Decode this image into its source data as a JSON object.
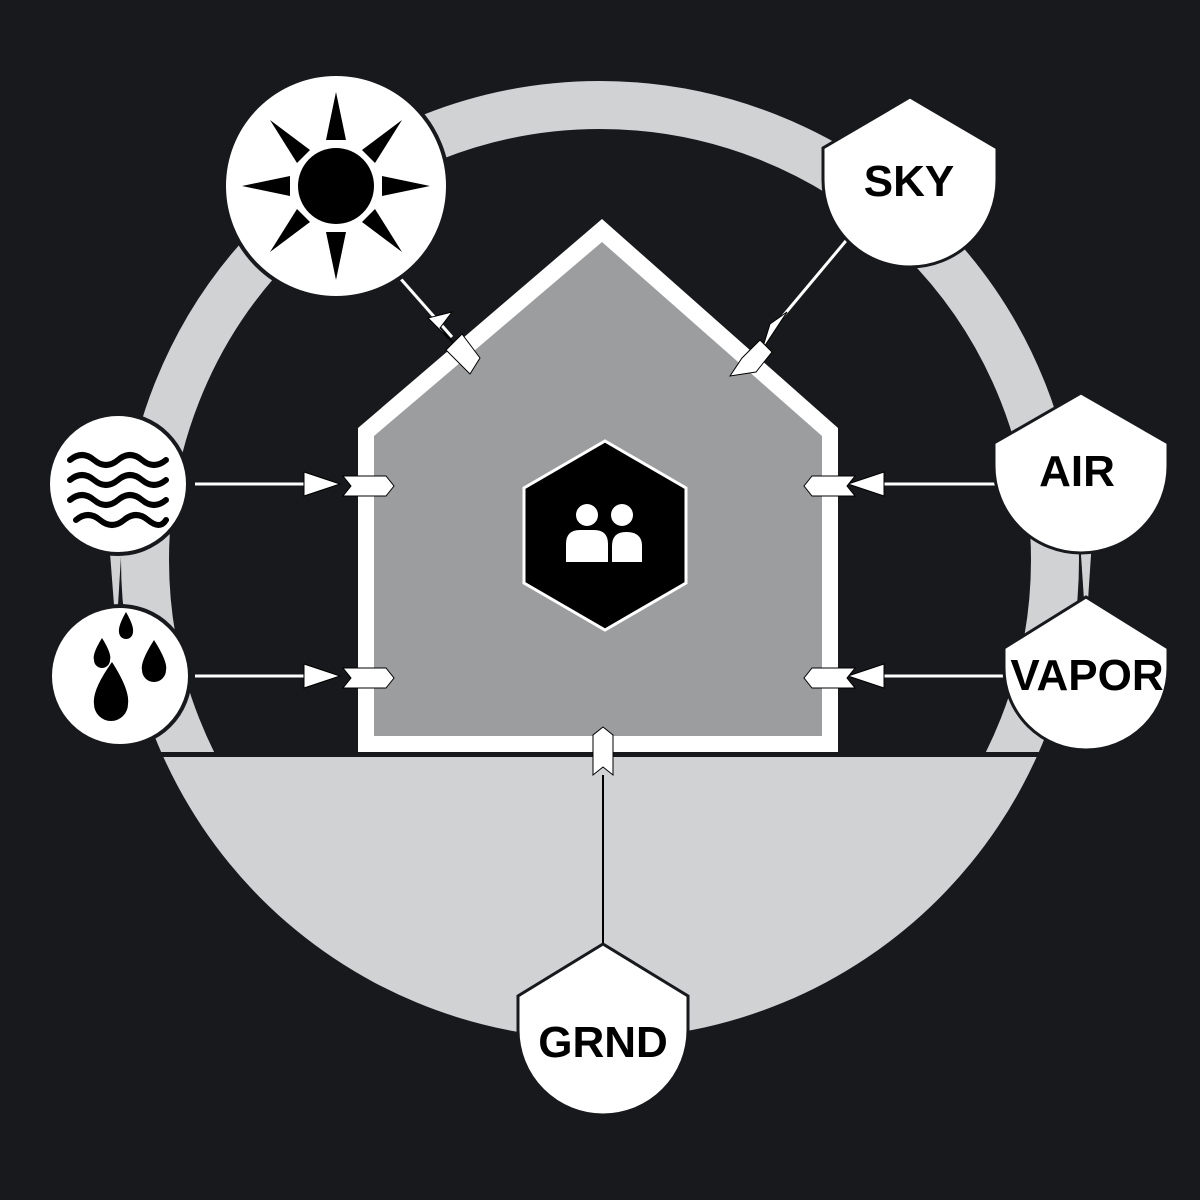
{
  "colors": {
    "background": "#18191d",
    "ring": "#d1d2d4",
    "house_fill": "#9c9d9f",
    "house_border": "#ffffff",
    "node_fill": "#ffffff",
    "glyph": "#000000"
  },
  "icons": {
    "sun": "sun-icon",
    "water": "water-waves-icon",
    "rain": "rain-drops-icon",
    "occupants": "people-icon"
  },
  "labels": {
    "sky": "SKY",
    "air": "AIR",
    "vapor": "VAPOR",
    "ground": "GRND"
  }
}
